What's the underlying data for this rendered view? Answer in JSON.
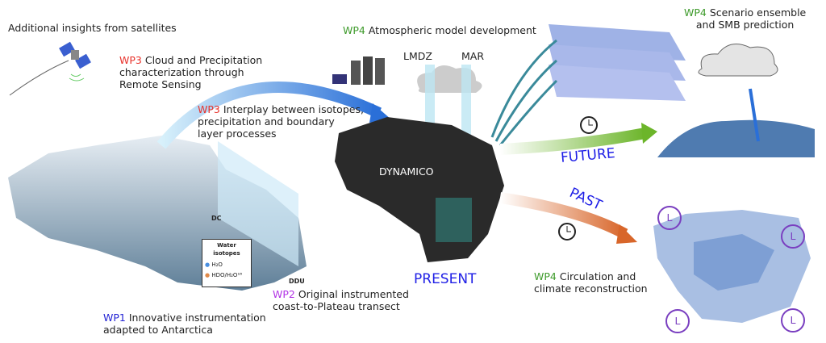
{
  "satellites": {
    "label": "Additional insights from satellites"
  },
  "wp3_cloud": {
    "tag": "WP3",
    "lines": [
      "Cloud and Precipitation",
      "characterization through",
      "Remote Sensing"
    ]
  },
  "wp3_interplay": {
    "tag": "WP3",
    "lines": [
      "Interplay between isotopes,",
      "precipitation and boundary",
      "layer processes"
    ]
  },
  "wp4_atmo": {
    "tag": "WP4",
    "label": "Atmospheric model development"
  },
  "models": {
    "lmdz": "LMDZ",
    "mar": "MAR",
    "dynamico": "DYNAMICO"
  },
  "present": "PRESENT",
  "future": "FUTURE",
  "past": "PAST",
  "wp4_scenario": {
    "tag": "WP4",
    "lines": [
      "Scenario ensemble",
      "and SMB prediction"
    ]
  },
  "wp4_circulation": {
    "tag": "WP4",
    "lines": [
      "Circulation and",
      "climate reconstruction"
    ]
  },
  "wp1": {
    "tag": "WP1",
    "lines": [
      "Innovative instrumentation",
      "adapted to Antarctica"
    ]
  },
  "wp2": {
    "tag": "WP2",
    "lines": [
      "Original instrumented",
      "coast-to-Plateau transect"
    ]
  },
  "stations": {
    "dc": "DC",
    "ddu": "DDU"
  },
  "isotopes": {
    "title_1": "Water",
    "title_2": "isotopes",
    "item_1": "H₂O",
    "item_2": "HDO/H₂O¹⁸"
  },
  "low_label": "L",
  "colors": {
    "wp3": "#e8322b",
    "wp4": "#3d9a2a",
    "wp1": "#2424d4",
    "wp2": "#b232e6",
    "timeline": "#1f1fe6"
  }
}
